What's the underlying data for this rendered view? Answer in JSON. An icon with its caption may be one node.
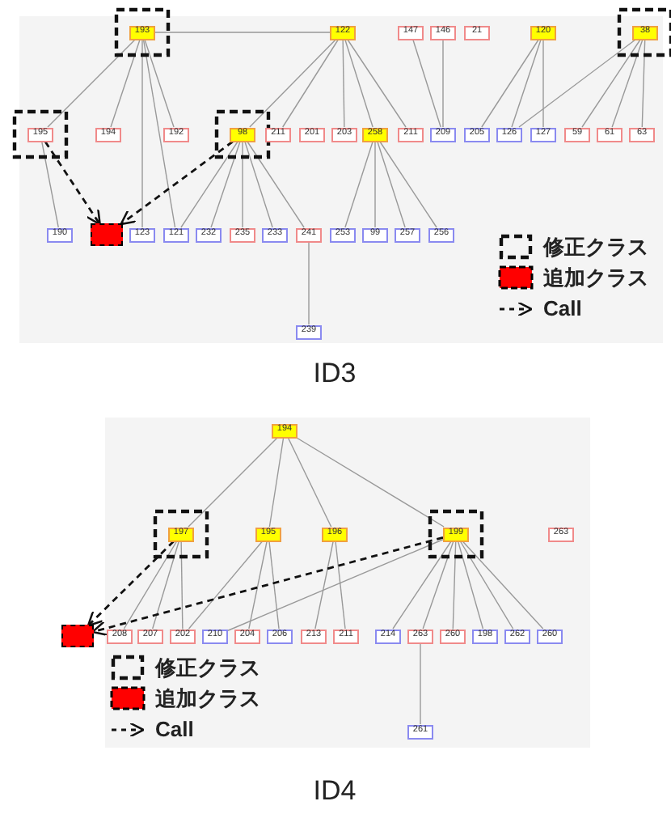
{
  "diagram": {
    "nodes": [
      {
        "text": [
          "193"
        ]
      },
      {
        "text": [
          "122"
        ]
      },
      {
        "text": [
          "147"
        ]
      },
      {
        "text": [
          "146"
        ]
      },
      {
        "text": [
          "21"
        ]
      },
      {
        "text": [
          "120"
        ]
      },
      {
        "text": [
          "38"
        ]
      },
      {
        "text": [
          "195"
        ]
      },
      {
        "text": [
          "194"
        ]
      },
      {
        "text": [
          "192"
        ]
      },
      {
        "text": [
          "98"
        ]
      },
      {
        "text": [
          "211"
        ]
      },
      {
        "text": [
          "201"
        ]
      },
      {
        "text": [
          "203"
        ]
      },
      {
        "text": [
          "258"
        ]
      },
      {
        "text": [
          "211"
        ]
      },
      {
        "text": [
          "209"
        ]
      },
      {
        "text": [
          "205"
        ]
      },
      {
        "text": [
          "126"
        ]
      },
      {
        "text": [
          "127"
        ]
      },
      {
        "text": [
          "59"
        ]
      },
      {
        "text": [
          "61"
        ]
      },
      {
        "text": [
          "63"
        ]
      },
      {
        "text": [
          "190"
        ]
      },
      {
        "text": [],
        "shape": "box"
      },
      {
        "text": [
          "123"
        ]
      },
      {
        "text": [
          "121"
        ]
      },
      {
        "text": [
          "232"
        ]
      },
      {
        "text": [
          "235"
        ]
      },
      {
        "text": [
          "233"
        ]
      },
      {
        "text": [
          "241"
        ]
      },
      {
        "text": [
          "253"
        ]
      },
      {
        "text": [
          "99"
        ]
      },
      {
        "text": [
          "257"
        ]
      },
      {
        "text": [
          "256"
        ]
      },
      {
        "text": [
          "239"
        ]
      },
      {
        "text": [
          "194"
        ]
      },
      {
        "text": [
          "197"
        ]
      },
      {
        "text": [
          "195"
        ]
      },
      {
        "text": [
          "196"
        ]
      },
      {
        "text": [
          "199"
        ]
      },
      {
        "text": [
          "263"
        ]
      },
      {
        "text": [],
        "shape": "box"
      },
      {
        "text": [
          "208"
        ]
      },
      {
        "text": [
          "207"
        ]
      },
      {
        "text": [
          "202"
        ]
      },
      {
        "text": [
          "210"
        ]
      },
      {
        "text": [
          "204"
        ]
      },
      {
        "text": [
          "206"
        ]
      },
      {
        "text": [
          "213"
        ]
      },
      {
        "text": [
          "211"
        ]
      },
      {
        "text": [
          "214"
        ]
      },
      {
        "text": [
          "263"
        ]
      },
      {
        "text": [
          "260"
        ]
      },
      {
        "text": [
          "198"
        ]
      },
      {
        "text": [
          "262"
        ]
      },
      {
        "text": [
          "260"
        ]
      },
      {
        "text": [
          "261"
        ]
      }
    ],
    "edges": [
      {
        "from": 0,
        "to": 7,
        "arrow": "none"
      },
      {
        "from": 0,
        "to": 8,
        "arrow": "none"
      },
      {
        "from": 0,
        "to": 9,
        "arrow": "none"
      },
      {
        "from": 0,
        "to": 25,
        "arrow": "none"
      },
      {
        "from": 0,
        "to": 26,
        "arrow": "none"
      },
      {
        "from": 0,
        "to": 1,
        "arrow": "none"
      },
      {
        "from": 7,
        "to": 23,
        "arrow": "none"
      },
      {
        "from": 7,
        "to": 24,
        "arrow": "to",
        "style": "dashed",
        "color": "#111111"
      },
      {
        "from": 10,
        "to": 24,
        "arrow": "to",
        "style": "dashed",
        "color": "#111111"
      },
      {
        "from": 1,
        "to": 10,
        "arrow": "none"
      },
      {
        "from": 10,
        "to": 26,
        "arrow": "none"
      },
      {
        "from": 10,
        "to": 27,
        "arrow": "none"
      },
      {
        "from": 10,
        "to": 28,
        "arrow": "none"
      },
      {
        "from": 10,
        "to": 29,
        "arrow": "none"
      },
      {
        "from": 10,
        "to": 30,
        "arrow": "none"
      },
      {
        "from": 1,
        "to": 11,
        "arrow": "none"
      },
      {
        "from": 1,
        "to": 13,
        "arrow": "none"
      },
      {
        "from": 1,
        "to": 14,
        "arrow": "none"
      },
      {
        "from": 1,
        "to": 15,
        "arrow": "none"
      },
      {
        "from": 14,
        "to": 31,
        "arrow": "none"
      },
      {
        "from": 14,
        "to": 32,
        "arrow": "none"
      },
      {
        "from": 14,
        "to": 33,
        "arrow": "none"
      },
      {
        "from": 14,
        "to": 34,
        "arrow": "none"
      },
      {
        "from": 2,
        "to": 16,
        "arrow": "none"
      },
      {
        "from": 3,
        "to": 16,
        "arrow": "none"
      },
      {
        "from": 5,
        "to": 17,
        "arrow": "none"
      },
      {
        "from": 5,
        "to": 18,
        "arrow": "none"
      },
      {
        "from": 5,
        "to": 19,
        "arrow": "none"
      },
      {
        "from": 6,
        "to": 18,
        "arrow": "none"
      },
      {
        "from": 6,
        "to": 20,
        "arrow": "none"
      },
      {
        "from": 6,
        "to": 21,
        "arrow": "none"
      },
      {
        "from": 6,
        "to": 22,
        "arrow": "none"
      },
      {
        "from": 30,
        "to": 35,
        "arrow": "none"
      },
      {
        "from": 36,
        "to": 37,
        "arrow": "none"
      },
      {
        "from": 36,
        "to": 38,
        "arrow": "none"
      },
      {
        "from": 36,
        "to": 39,
        "arrow": "none"
      },
      {
        "from": 36,
        "to": 40,
        "arrow": "none"
      },
      {
        "from": 37,
        "to": 43,
        "arrow": "none"
      },
      {
        "from": 37,
        "to": 44,
        "arrow": "none"
      },
      {
        "from": 37,
        "to": 45,
        "arrow": "none"
      },
      {
        "from": 37,
        "to": 42,
        "arrow": "to",
        "style": "dashed",
        "color": "#111111"
      },
      {
        "from": 38,
        "to": 45,
        "arrow": "none"
      },
      {
        "from": 38,
        "to": 47,
        "arrow": "none"
      },
      {
        "from": 38,
        "to": 48,
        "arrow": "none"
      },
      {
        "from": 39,
        "to": 49,
        "arrow": "none"
      },
      {
        "from": 39,
        "to": 50,
        "arrow": "none"
      },
      {
        "from": 40,
        "to": 42,
        "arrow": "to",
        "style": "dashed",
        "color": "#111111"
      },
      {
        "from": 40,
        "to": 46,
        "arrow": "none"
      },
      {
        "from": 40,
        "to": 51,
        "arrow": "none"
      },
      {
        "from": 40,
        "to": 52,
        "arrow": "none"
      },
      {
        "from": 40,
        "to": 53,
        "arrow": "none"
      },
      {
        "from": 40,
        "to": 54,
        "arrow": "none"
      },
      {
        "from": 40,
        "to": 55,
        "arrow": "none"
      },
      {
        "from": 40,
        "to": 56,
        "arrow": "none"
      },
      {
        "from": 52,
        "to": 57,
        "arrow": "none"
      }
    ],
    "labels": [
      "ID3",
      "ID4"
    ],
    "legend": [
      {
        "text": "修正クラス"
      },
      {
        "text": "追加クラス",
        "color": "#ff0000"
      },
      {
        "text": "Call"
      },
      {
        "text": "修正クラス"
      },
      {
        "text": "追加クラス",
        "color": "#ff0000"
      },
      {
        "text": "Call"
      }
    ]
  }
}
